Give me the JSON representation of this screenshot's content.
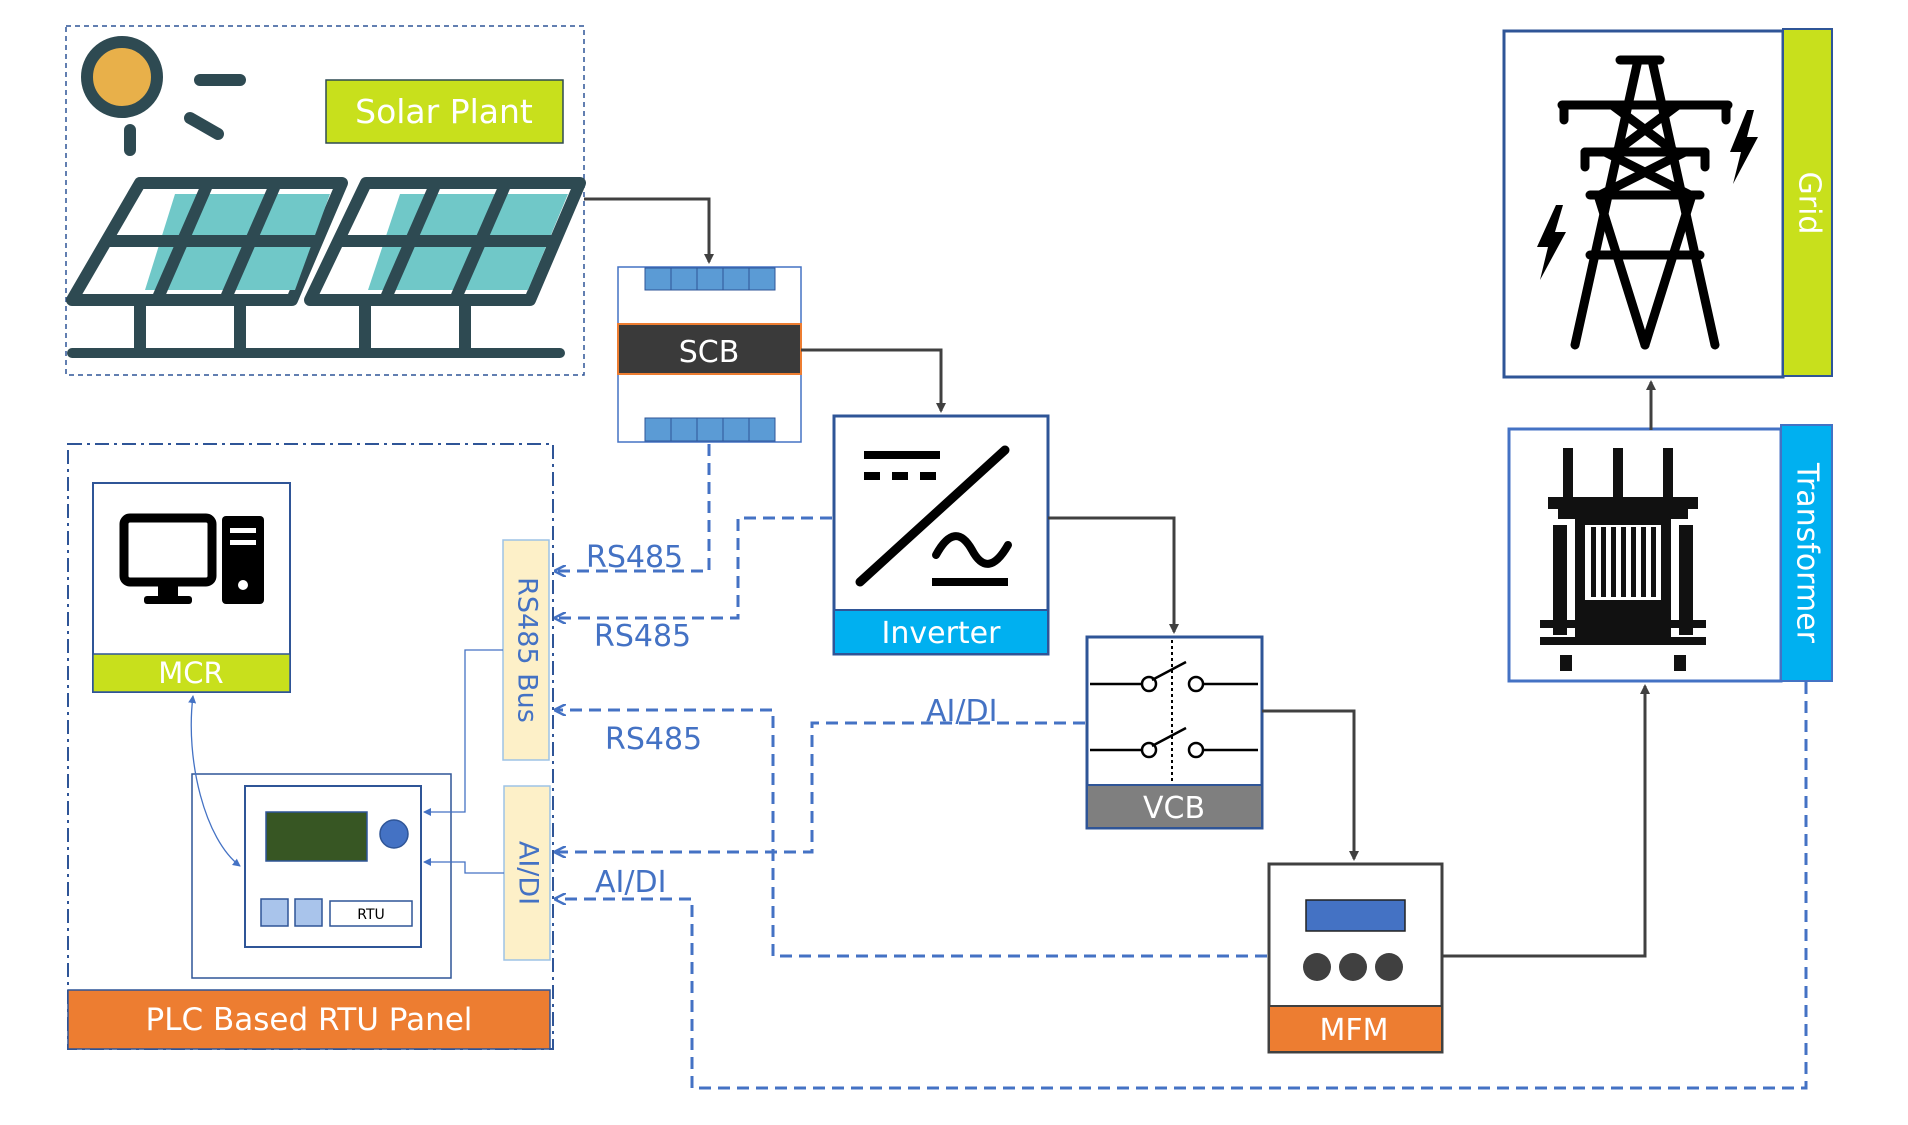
{
  "labels": {
    "solar_plant": "Solar Plant",
    "scb": "SCB",
    "inverter": "Inverter",
    "vcb": "VCB",
    "mfm": "MFM",
    "transformer": "Transformer",
    "grid": "Grid",
    "mcr": "MCR",
    "rs485_bus": "RS485 Bus",
    "ai_di_port": "AI/DI",
    "rtu_panel": "PLC Based RTU Panel",
    "rtu": "RTU"
  },
  "links": {
    "rs485_scb": "RS485",
    "rs485_inverter": "RS485",
    "rs485_mfm": "RS485",
    "ai_di_vcb": "AI/DI",
    "ai_di_transformer": "AI/DI"
  },
  "colors": {
    "solar_label_fill": "#c8e01c",
    "grid_label_fill": "#c8e01c",
    "mcr_label_fill": "#c8e01c",
    "inverter_label_fill": "#00b0f0",
    "transformer_label_fill": "#00b0f0",
    "scb_label_fill": "#3a3a3a",
    "vcb_label_fill": "#7f7f7f",
    "mfm_label_fill": "#ed7d31",
    "rtu_panel_label_fill": "#ed7d31",
    "bus_fill": "#fdf0c8",
    "signal_blue": "#4472c4",
    "power_line": "#404040",
    "solar_panel_cell": "#70c8c8",
    "solar_frame": "#2e4a52",
    "sun": "#e8b04a"
  }
}
